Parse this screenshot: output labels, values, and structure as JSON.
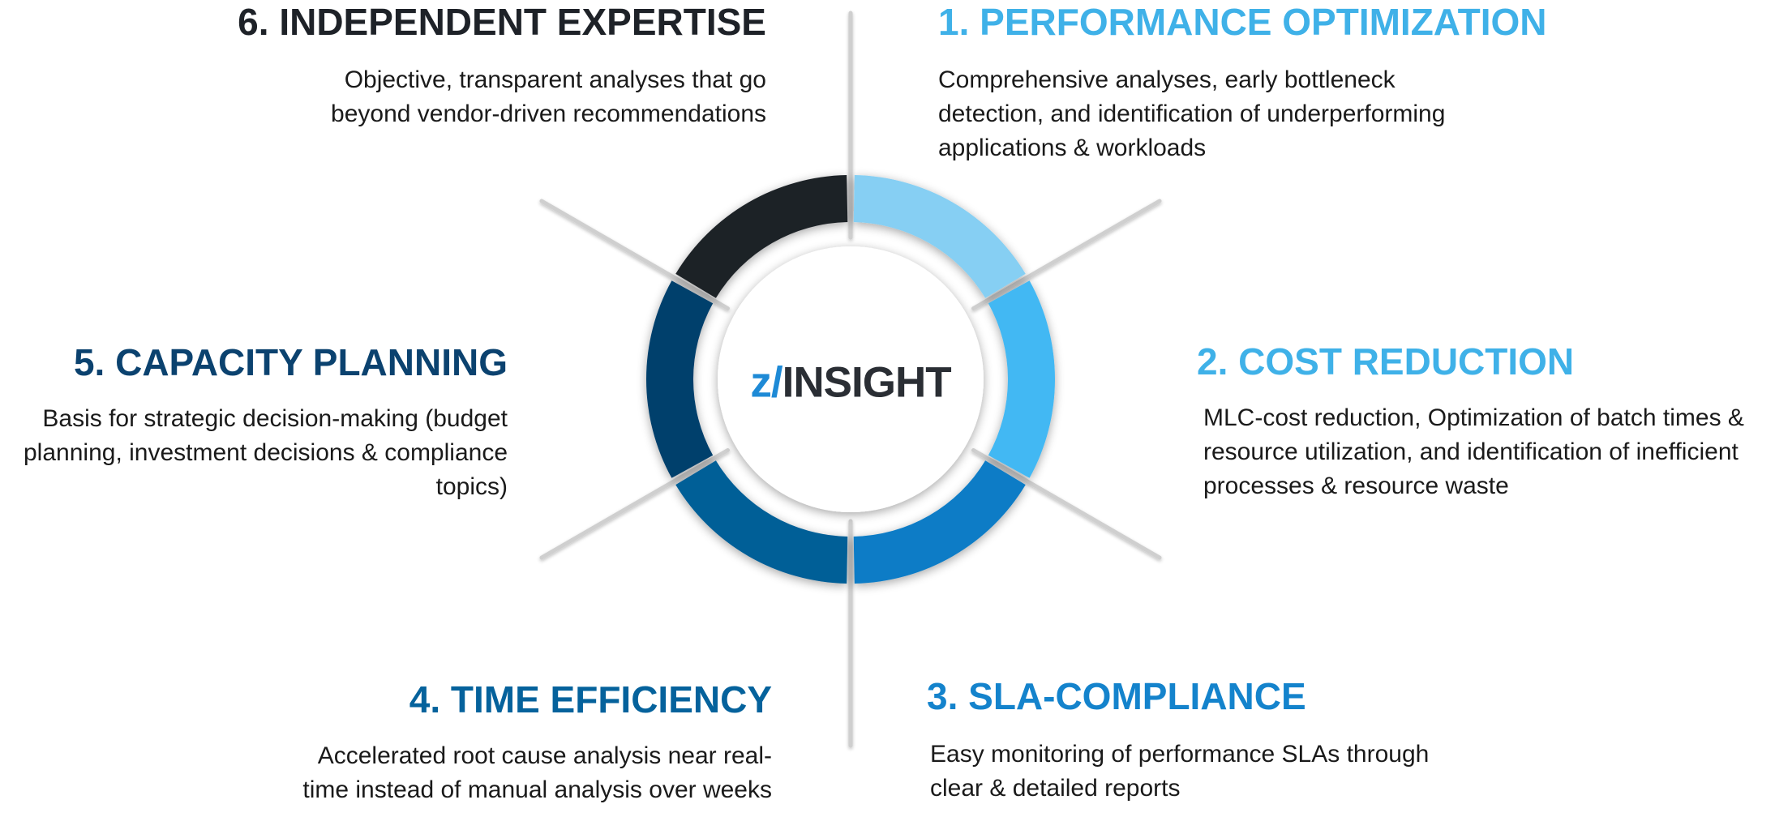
{
  "brand": {
    "prefix": "z/",
    "name": "INSIGHT"
  },
  "segments": [
    {
      "id": "performance-optimization",
      "title": "1. PERFORMANCE OPTIMIZATION",
      "description": "Comprehensive analyses, early bottleneck detection, and identification of underperforming applications & workloads",
      "color": "#86cff3"
    },
    {
      "id": "cost-reduction",
      "title": "2. COST REDUCTION",
      "description": "MLC-cost reduction, Optimization of batch times & resource utilization, and identification of inefficient processes & resource waste",
      "color": "#43b8f3"
    },
    {
      "id": "sla-compliance",
      "title": "3. SLA-COMPLIANCE",
      "description": "Easy monitoring of performance SLAs through clear & detailed reports",
      "color": "#0a7cc6"
    },
    {
      "id": "time-efficiency",
      "title": "4. TIME EFFICIENCY",
      "description": "Accelerated root cause analysis near real-time instead of manual analysis over weeks",
      "color": "#045e97"
    },
    {
      "id": "capacity-planning",
      "title": "5. CAPACITY PLANNING",
      "description": "Basis for strategic decision-making (budget planning, investment decisions & compliance topics)",
      "color": "#063f6c"
    },
    {
      "id": "independent-expertise",
      "title": "6. INDEPENDENT EXPERTISE",
      "description": "Objective, transparent analyses that go beyond vendor-driven recommendations",
      "color": "#1e2228"
    }
  ],
  "heading_colors": [
    "#3fb1e8",
    "#3fb1e8",
    "#1483cc",
    "#05629c",
    "#0b426f",
    "#1e2228"
  ],
  "connector_color": "#cfcfcf"
}
